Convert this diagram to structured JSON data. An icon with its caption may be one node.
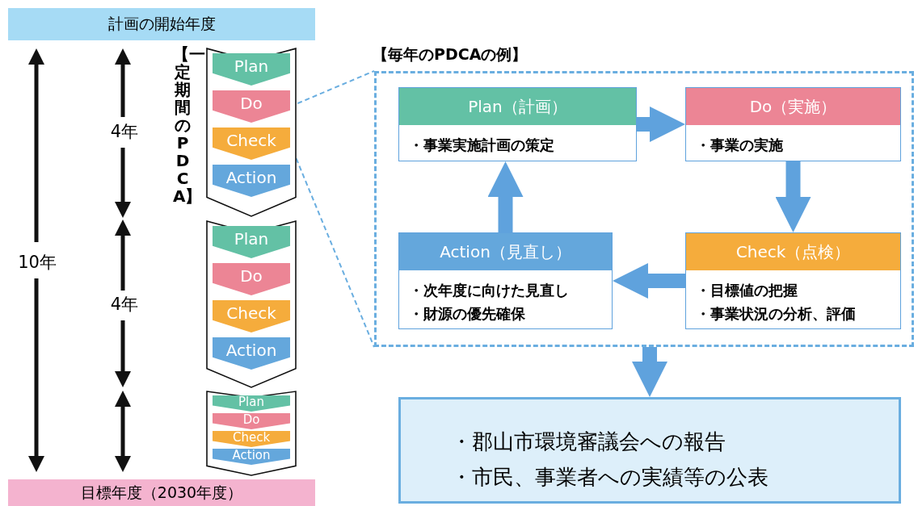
{
  "diagram": {
    "nodes": [
      {
        "text": [
          "計画の開始年度"
        ]
      },
      {
        "text": [],
        "shape": "chevron"
      },
      {
        "text": [
          "Plan"
        ],
        "in": 1
      },
      {
        "text": [
          "Do"
        ],
        "in": 1
      },
      {
        "text": [
          "Check"
        ],
        "in": 1
      },
      {
        "text": [
          "Action"
        ],
        "in": 1
      },
      {
        "text": [],
        "shape": "chevron"
      },
      {
        "text": [
          "Plan"
        ],
        "in": 6
      },
      {
        "text": [
          "Do"
        ],
        "in": 6
      },
      {
        "text": [
          "Check"
        ],
        "in": 6
      },
      {
        "text": [
          "Action"
        ],
        "in": 6
      },
      {
        "text": [],
        "shape": "chevron"
      },
      {
        "text": [
          "Plan"
        ],
        "in": 11
      },
      {
        "text": [
          "Do"
        ],
        "in": 11
      },
      {
        "text": [
          "Check"
        ],
        "in": 11
      },
      {
        "text": [
          "Action"
        ],
        "in": 11
      },
      {
        "text": [
          "目標年度（2030年度）"
        ]
      },
      {
        "text": [
          "【毎年のPDCAの例】"
        ]
      },
      {
        "text": [
          "Plan（計画）",
          "・事業実施計画の策定"
        ],
        "in": 17
      },
      {
        "text": [
          "Do（実施）",
          "・事業の実施"
        ],
        "in": 17
      },
      {
        "text": [
          "Action（見直し）",
          "・次年度に向けた見直し",
          "・財源の優先確保"
        ],
        "in": 17
      },
      {
        "text": [
          "Check（点検）",
          "・目標値の把握",
          "・事業状況の分析、評価"
        ],
        "in": 17
      },
      {
        "text": [
          "・郡山市環境審議会への報告",
          "・市民、事業者への実績等の公表"
        ]
      }
    ],
    "edges": [
      {
        "from": 3,
        "to": 17,
        "arrow": "none",
        "style": "dashed",
        "color": "#6aaee0"
      },
      {
        "from": 4,
        "to": 17,
        "arrow": "none",
        "style": "dashed",
        "color": "#6aaee0"
      },
      {
        "from": 18,
        "to": 19,
        "arrow": "to"
      },
      {
        "from": 19,
        "to": 21,
        "arrow": "to"
      },
      {
        "from": 21,
        "to": 20,
        "arrow": "to"
      },
      {
        "from": 20,
        "to": 18,
        "arrow": "to"
      },
      {
        "from": 17,
        "to": 22,
        "arrow": "to"
      }
    ],
    "labels": [
      "【一定期間のPDCA】",
      "4年",
      "10年",
      "4年"
    ]
  }
}
